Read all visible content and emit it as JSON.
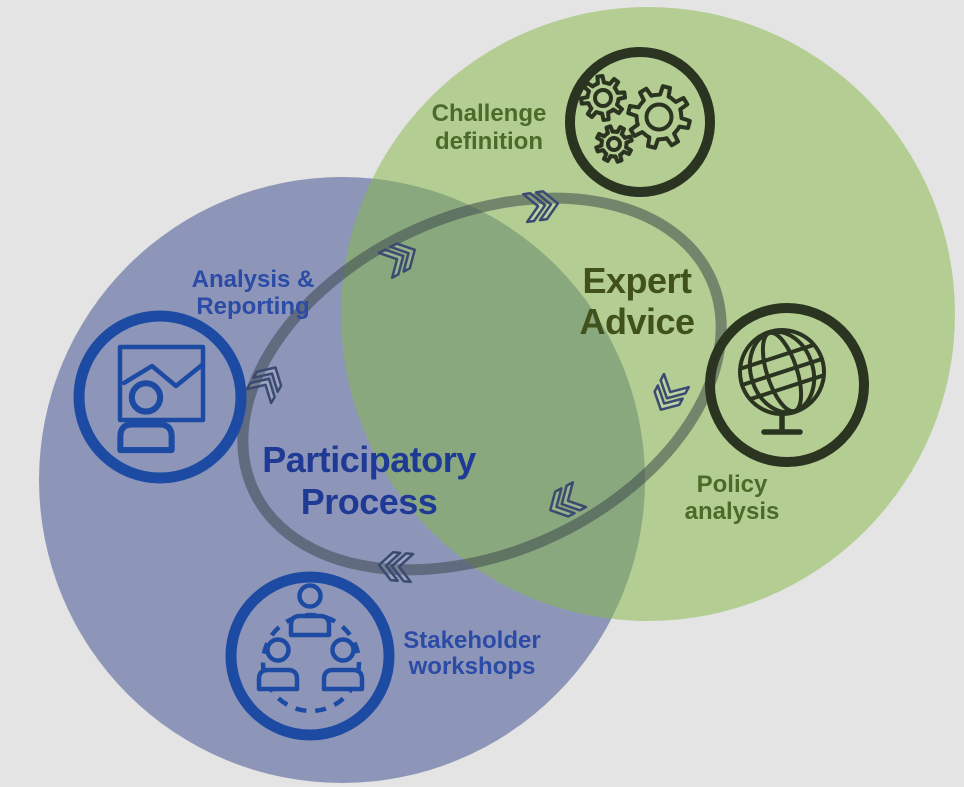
{
  "colors": {
    "background": "#e4e4e4",
    "circle_blue": "#8d96b8",
    "circle_green": "#88ba4b",
    "ring": "#34404680",
    "chevron_stroke": "#3a4a70",
    "chevron_fill": "#ffffff22",
    "icon_blue": "#1d4ba4",
    "icon_dark": "#2b3420",
    "text_navy": "#1f3a94",
    "text_blue": "#2b4ba6",
    "text_green": "#4c6a28",
    "text_olive": "#40511c"
  },
  "diagram": {
    "left_circle": {
      "name": "Participatory Process",
      "line1": "Participatory",
      "line2": "Process"
    },
    "right_circle": {
      "name": "Expert Advice",
      "line1": "Expert",
      "line2": "Advice"
    },
    "nodes": {
      "challenge": {
        "icon": "gears-icon",
        "line1": "Challenge",
        "line2": "definition"
      },
      "policy": {
        "icon": "globe-icon",
        "line1": "Policy",
        "line2": "analysis"
      },
      "analysis": {
        "icon": "presentation-chart-icon",
        "line1": "Analysis &",
        "line2": "Reporting"
      },
      "stakeholder": {
        "icon": "people-workshop-icon",
        "line1": "Stakeholder",
        "line2": "workshops"
      }
    },
    "flow": {
      "direction": "clockwise",
      "arrow_glyph": "double-chevron",
      "arrow_count": 6
    }
  }
}
